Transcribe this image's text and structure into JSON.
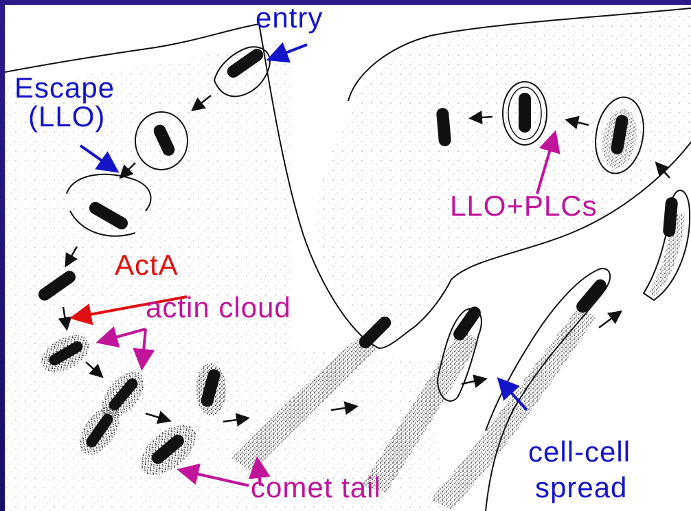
{
  "labels": {
    "entry": "entry",
    "escape_line1": "Escape",
    "escape_line2": "(LLO)",
    "acta": "ActA",
    "actin_cloud": "actin cloud",
    "llo_plcs": "LLO+PLCs",
    "comet_tail": "comet tail",
    "cell_cell": "cell-cell",
    "spread": "spread"
  },
  "colors": {
    "frame": "#1a0f66",
    "label_blue": "#1414c8",
    "label_magenta": "#c0149a",
    "label_red": "#e01010",
    "bacteria": "#111111",
    "background": "#ffffff"
  }
}
